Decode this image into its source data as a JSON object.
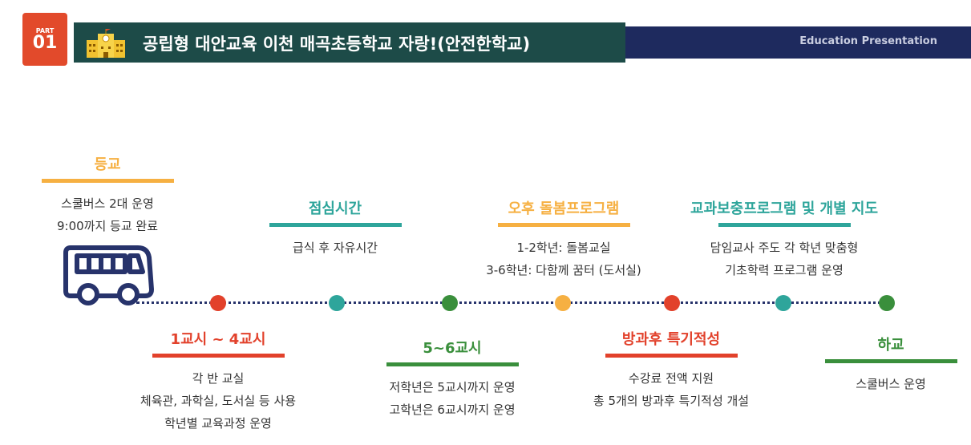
{
  "header": {
    "part_label": "PART",
    "part_number": "01",
    "title": "공립형 대안교육 이천 매곡초등학교 자랑!(안전한학교)",
    "subtitle": "Education Presentation"
  },
  "colors": {
    "red": "#e2412b",
    "teal": "#2ea59b",
    "green": "#3a8f3c",
    "orange": "#f6b042",
    "navy": "#27336b"
  },
  "top": [
    {
      "title": "등교",
      "lines": [
        "스쿨버스 2대 운영",
        "9:00까지 등교 완료"
      ]
    },
    {
      "title": "점심시간",
      "lines": [
        "급식 후 자유시간"
      ]
    },
    {
      "title": "오후 돌봄프로그램",
      "lines": [
        "1-2학년: 돌봄교실",
        "3-6학년: 다함께 꿈터 (도서실)"
      ]
    },
    {
      "title": "교과보충프로그램 및 개별 지도",
      "lines": [
        "담임교사 주도 각 학년 맞춤형",
        "기초학력 프로그램 운영"
      ]
    }
  ],
  "bottom": [
    {
      "title": "1교시 ~ 4교시",
      "lines": [
        "각 반 교실",
        "체육관, 과학실, 도서실 등 사용",
        "학년별 교육과정 운영"
      ]
    },
    {
      "title": "5~6교시",
      "lines": [
        "저학년은 5교시까지 운영",
        "고학년은 6교시까지 운영"
      ]
    },
    {
      "title": "방과후 특기적성",
      "lines": [
        "수강료 전액 지원",
        "총 5개의 방과후 특기적성 개설"
      ]
    },
    {
      "title": "하교",
      "lines": [
        "스쿨버스 운영"
      ]
    }
  ]
}
